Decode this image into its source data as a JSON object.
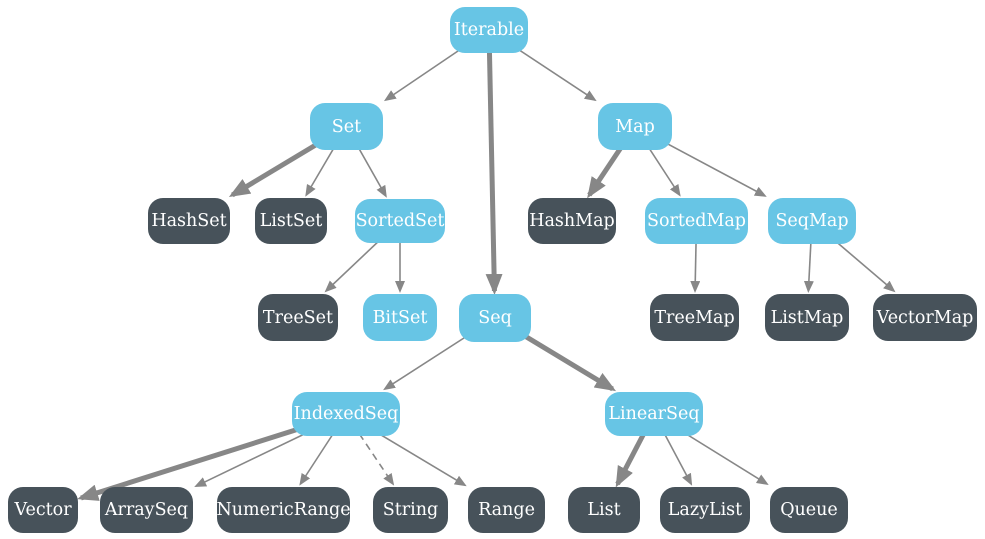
{
  "diagram": {
    "kind": "class-hierarchy",
    "colors": {
      "trait_fill": "#67C5E5",
      "class_fill": "#47525A",
      "edge": "#878787",
      "label": "#FFFFFF",
      "background": "#FFFFFF"
    },
    "nodes": {
      "iterable": {
        "label": "Iterable",
        "kind": "trait"
      },
      "set": {
        "label": "Set",
        "kind": "trait"
      },
      "map": {
        "label": "Map",
        "kind": "trait"
      },
      "hashset": {
        "label": "HashSet",
        "kind": "class"
      },
      "listset": {
        "label": "ListSet",
        "kind": "class"
      },
      "sortedset": {
        "label": "SortedSet",
        "kind": "trait"
      },
      "hashmap": {
        "label": "HashMap",
        "kind": "class"
      },
      "sortedmap": {
        "label": "SortedMap",
        "kind": "trait"
      },
      "seqmap": {
        "label": "SeqMap",
        "kind": "trait"
      },
      "treeset": {
        "label": "TreeSet",
        "kind": "class"
      },
      "bitset": {
        "label": "BitSet",
        "kind": "trait"
      },
      "seq": {
        "label": "Seq",
        "kind": "trait"
      },
      "treemap": {
        "label": "TreeMap",
        "kind": "class"
      },
      "listmap": {
        "label": "ListMap",
        "kind": "class"
      },
      "vectormap": {
        "label": "VectorMap",
        "kind": "class"
      },
      "indexedseq": {
        "label": "IndexedSeq",
        "kind": "trait"
      },
      "linearseq": {
        "label": "LinearSeq",
        "kind": "trait"
      },
      "vector": {
        "label": "Vector",
        "kind": "class"
      },
      "arrayseq": {
        "label": "ArraySeq",
        "kind": "class"
      },
      "numericrange": {
        "label": "NumericRange",
        "kind": "class"
      },
      "string": {
        "label": "String",
        "kind": "class"
      },
      "range": {
        "label": "Range",
        "kind": "class"
      },
      "list": {
        "label": "List",
        "kind": "class"
      },
      "lazylist": {
        "label": "LazyList",
        "kind": "class"
      },
      "queue": {
        "label": "Queue",
        "kind": "class"
      }
    },
    "edges": [
      {
        "from": "iterable",
        "to": "set",
        "weight": "thin",
        "style": "solid"
      },
      {
        "from": "iterable",
        "to": "seq",
        "weight": "thick",
        "style": "solid"
      },
      {
        "from": "iterable",
        "to": "map",
        "weight": "thin",
        "style": "solid"
      },
      {
        "from": "set",
        "to": "hashset",
        "weight": "thick",
        "style": "solid"
      },
      {
        "from": "set",
        "to": "listset",
        "weight": "thin",
        "style": "solid"
      },
      {
        "from": "set",
        "to": "sortedset",
        "weight": "thin",
        "style": "solid"
      },
      {
        "from": "sortedset",
        "to": "treeset",
        "weight": "thin",
        "style": "solid"
      },
      {
        "from": "sortedset",
        "to": "bitset",
        "weight": "thin",
        "style": "solid"
      },
      {
        "from": "map",
        "to": "hashmap",
        "weight": "thick",
        "style": "solid"
      },
      {
        "from": "map",
        "to": "sortedmap",
        "weight": "thin",
        "style": "solid"
      },
      {
        "from": "map",
        "to": "seqmap",
        "weight": "thin",
        "style": "solid"
      },
      {
        "from": "sortedmap",
        "to": "treemap",
        "weight": "thin",
        "style": "solid"
      },
      {
        "from": "seqmap",
        "to": "listmap",
        "weight": "thin",
        "style": "solid"
      },
      {
        "from": "seqmap",
        "to": "vectormap",
        "weight": "thin",
        "style": "solid"
      },
      {
        "from": "seq",
        "to": "indexedseq",
        "weight": "thin",
        "style": "solid"
      },
      {
        "from": "seq",
        "to": "linearseq",
        "weight": "thick",
        "style": "solid"
      },
      {
        "from": "indexedseq",
        "to": "vector",
        "weight": "thick",
        "style": "solid"
      },
      {
        "from": "indexedseq",
        "to": "arrayseq",
        "weight": "thin",
        "style": "solid"
      },
      {
        "from": "indexedseq",
        "to": "numericrange",
        "weight": "thin",
        "style": "solid"
      },
      {
        "from": "indexedseq",
        "to": "string",
        "weight": "thin",
        "style": "dashed"
      },
      {
        "from": "indexedseq",
        "to": "range",
        "weight": "thin",
        "style": "solid"
      },
      {
        "from": "linearseq",
        "to": "list",
        "weight": "thick",
        "style": "solid"
      },
      {
        "from": "linearseq",
        "to": "lazylist",
        "weight": "thin",
        "style": "solid"
      },
      {
        "from": "linearseq",
        "to": "queue",
        "weight": "thin",
        "style": "solid"
      }
    ]
  }
}
